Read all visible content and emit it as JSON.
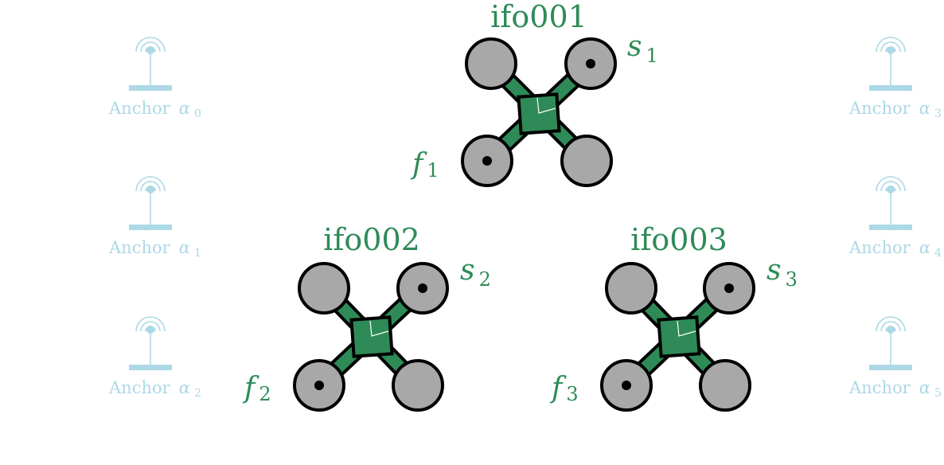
{
  "colors": {
    "drone": "#2e8b57",
    "rotor": "#a8a8a8",
    "outline": "#000000",
    "anchor": "#add8e6",
    "background": "#ffffff"
  },
  "anchors": [
    {
      "label": "Anchor",
      "symbol": "α",
      "index": "0",
      "icon": "antenna-icon"
    },
    {
      "label": "Anchor",
      "symbol": "α",
      "index": "1",
      "icon": "antenna-icon"
    },
    {
      "label": "Anchor",
      "symbol": "α",
      "index": "2",
      "icon": "antenna-icon"
    },
    {
      "label": "Anchor",
      "symbol": "α",
      "index": "3",
      "icon": "antenna-icon"
    },
    {
      "label": "Anchor",
      "symbol": "α",
      "index": "4",
      "icon": "antenna-icon"
    },
    {
      "label": "Anchor",
      "symbol": "α",
      "index": "5",
      "icon": "antenna-icon"
    }
  ],
  "drones": [
    {
      "name": "ifo001",
      "icon": "quadcopter-icon",
      "front_letter": "f",
      "front_index": "1",
      "side_letter": "s",
      "side_index": "1"
    },
    {
      "name": "ifo002",
      "icon": "quadcopter-icon",
      "front_letter": "f",
      "front_index": "2",
      "side_letter": "s",
      "side_index": "2"
    },
    {
      "name": "ifo003",
      "icon": "quadcopter-icon",
      "front_letter": "f",
      "front_index": "3",
      "side_letter": "s",
      "side_index": "3"
    }
  ]
}
